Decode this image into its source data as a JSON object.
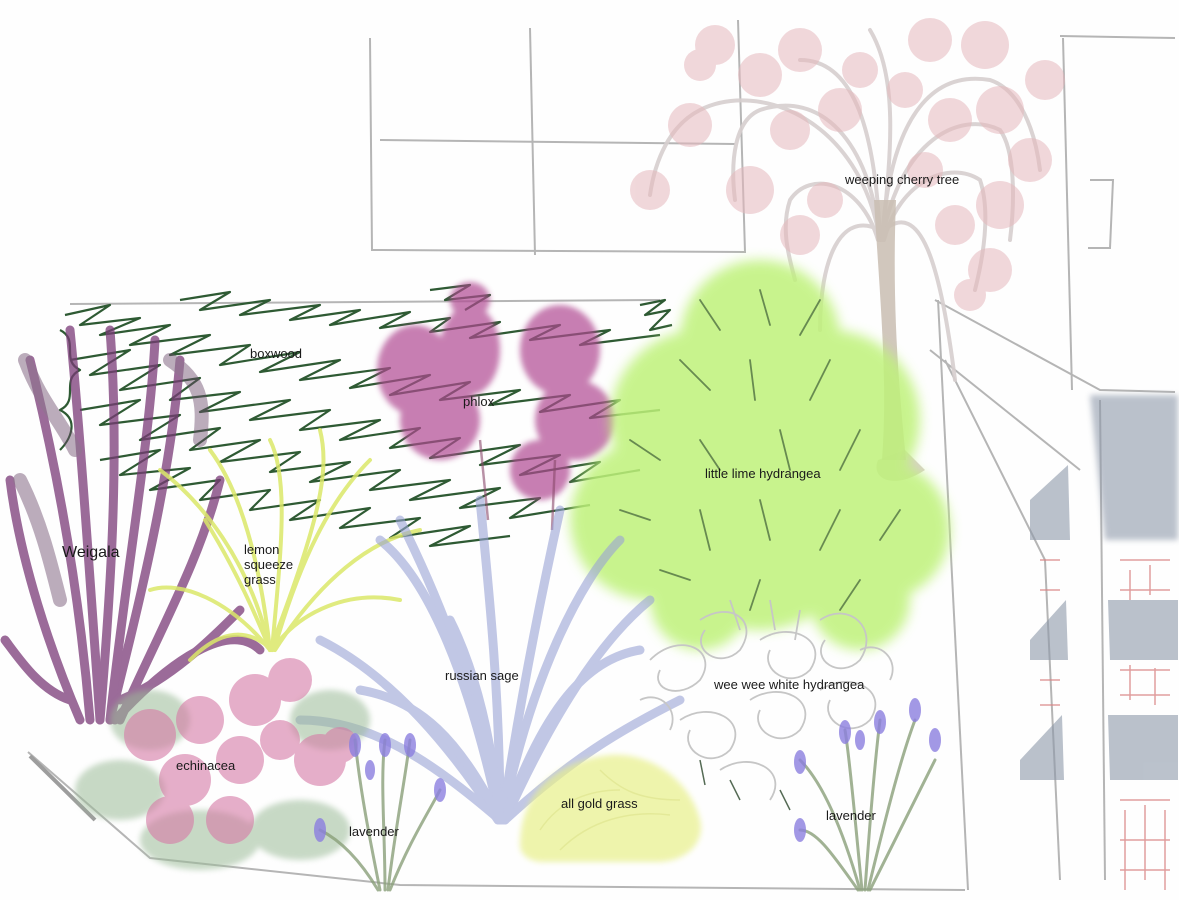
{
  "labels": {
    "weeping_cherry_tree": "weeping cherry tree",
    "boxwood": "boxwood",
    "phlox": "phlox",
    "little_lime_hydrangea": "little lime hydrangea",
    "weigala": "Weigala",
    "lemon_squeeze_grass": "lemon squeeze grass",
    "russian_sage": "russian sage",
    "wee_wee_white_hydrangea": "wee wee white hydrangea",
    "echinacea": "echinacea",
    "lavender_left": "lavender",
    "all_gold_grass": "all gold grass",
    "lavender_right": "lavender"
  },
  "colors": {
    "house_line": "#b5b5b5",
    "cherry_blossom": "#e6b8bd",
    "cherry_trunk": "#c9bdb2",
    "boxwood": "#2e5a33",
    "phlox": "#b04a92",
    "little_lime": "#bff27a",
    "weigala": "#7a3a78",
    "lemon_grass": "#dbe86a",
    "russian_sage": "#9aa3d6",
    "white_hydrangea": "#c6c6c6",
    "echinacea": "#d67aa6",
    "echinacea_leaf": "#9bbb98",
    "lavender": "#8c7fe0",
    "gold_grass": "#e8f08a",
    "steps": "#8e99aa",
    "brick_hatch": "#d98585"
  }
}
